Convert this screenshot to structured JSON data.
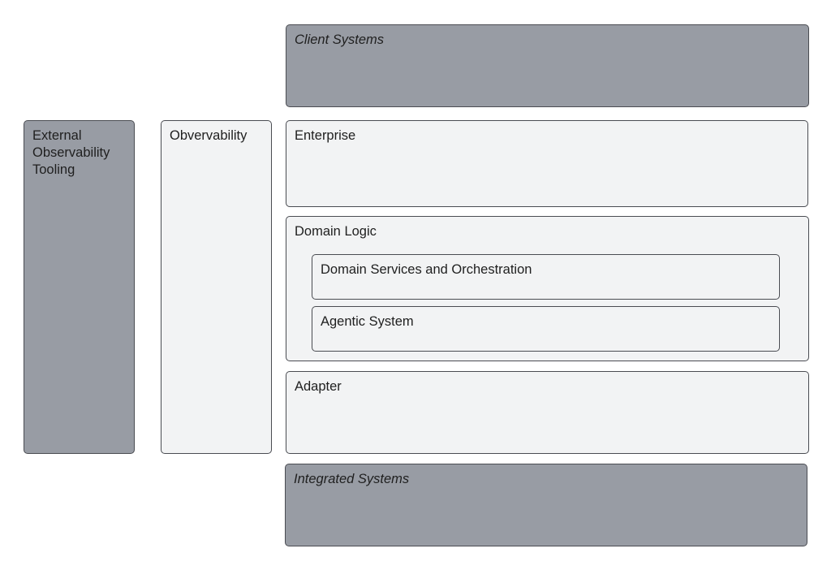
{
  "diagram": {
    "client_systems": "Client Systems",
    "external_observability_tooling": "External\nObservability\nTooling",
    "observability": "Obvervability",
    "enterprise": "Enterprise",
    "domain_logic": "Domain Logic",
    "domain_services": "Domain Services and Orchestration",
    "agentic_system": "Agentic System",
    "adapter": "Adapter",
    "integrated_systems": "Integrated Systems"
  },
  "colors": {
    "external_layer": "#989ca4",
    "internal_layer": "#f2f3f4",
    "border": "#4a4c52"
  }
}
